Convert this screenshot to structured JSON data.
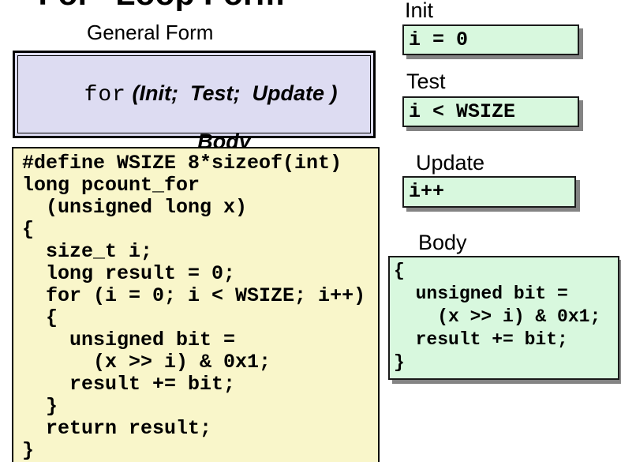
{
  "slide": {
    "title": "“For” Loop Form",
    "general_form": {
      "heading": "General Form",
      "keyword": "for",
      "params": " (Init;  Test;  Update )",
      "body_word": "Body"
    },
    "code_lines": [
      "#define WSIZE 8*sizeof(int)",
      "long pcount_for",
      "  (unsigned long x)",
      "{",
      "  size_t i;",
      "  long result = 0;",
      "  for (i = 0; i < WSIZE; i++)",
      "  {",
      "    unsigned bit =",
      "      (x >> i) & 0x1;",
      "    result += bit;",
      "  }",
      "  return result;",
      "}"
    ],
    "parts": {
      "init": {
        "label": "Init",
        "code": "i = 0"
      },
      "test": {
        "label": "Test",
        "code": "i < WSIZE"
      },
      "update": {
        "label": "Update",
        "code": "i++"
      },
      "body": {
        "label": "Body",
        "code": [
          "{",
          "  unsigned bit =",
          "    (x >> i) & 0x1;",
          "  result += bit;",
          "}"
        ]
      }
    }
  },
  "colors": {
    "general_form_fill": "#dddcf2",
    "code_fill": "#f9f6ca",
    "part_fill": "#d8f8de",
    "shadow": "#848484"
  }
}
